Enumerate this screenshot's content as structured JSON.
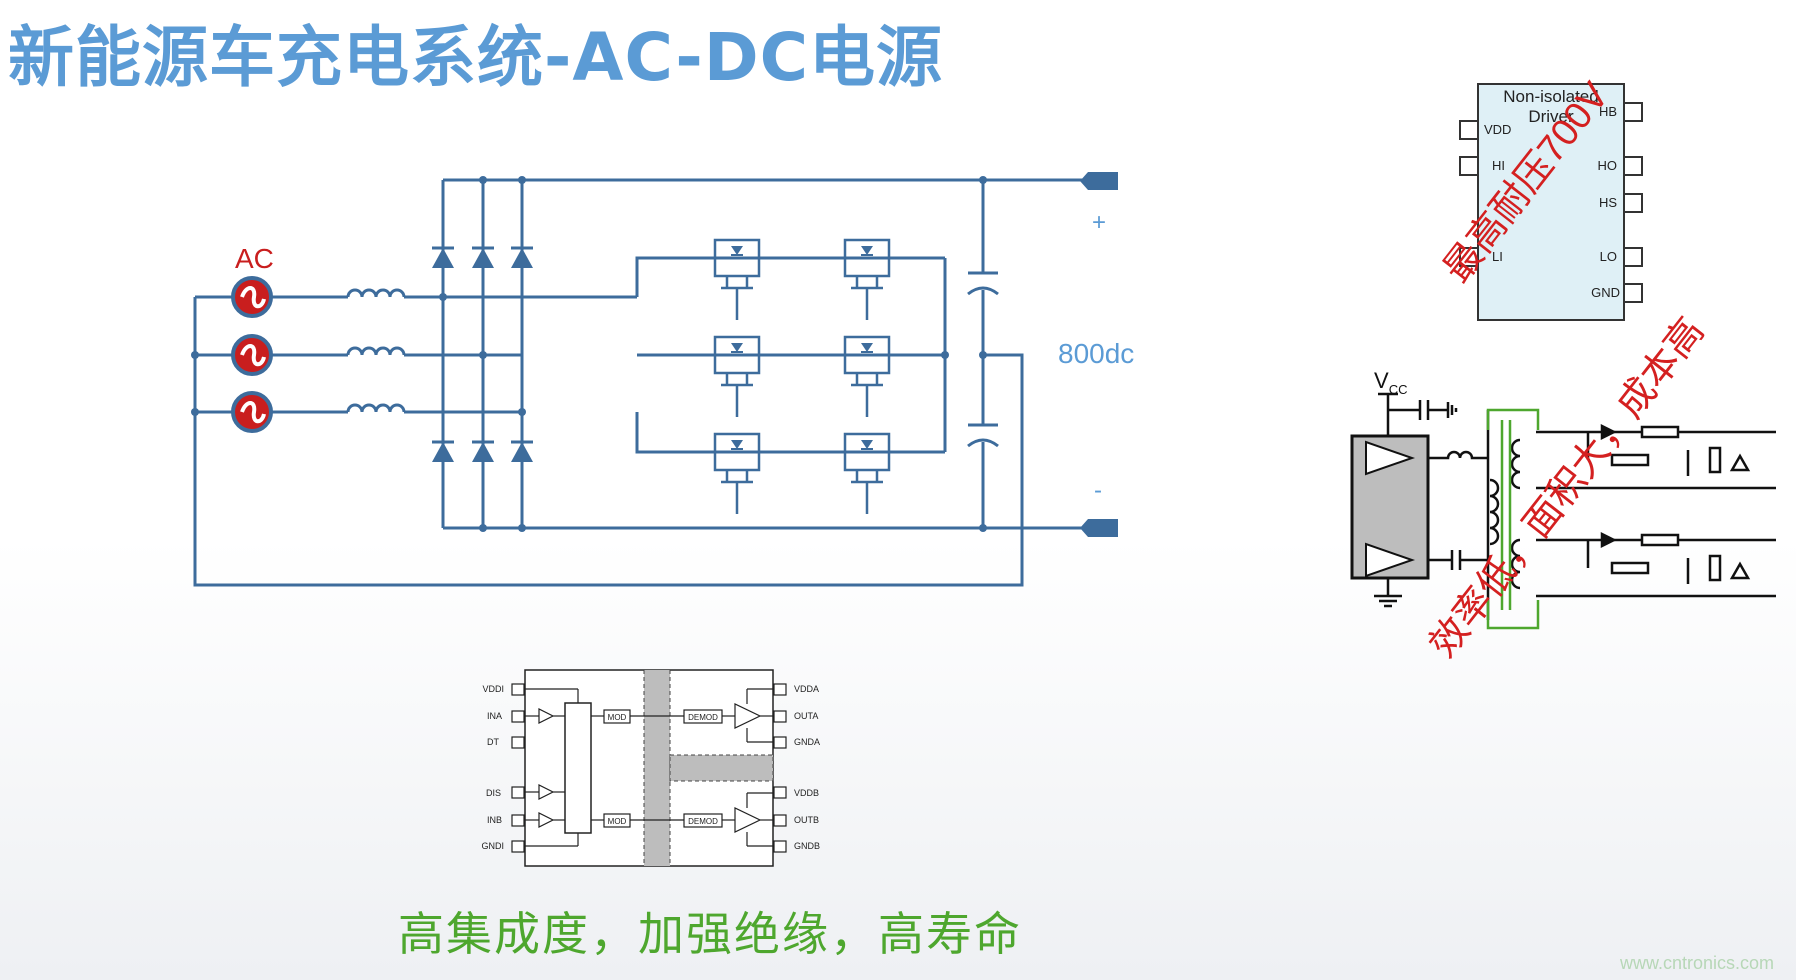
{
  "title": "新能源车充电系统-AC-DC电源",
  "circuit": {
    "ac_label": "AC",
    "plus_label": "+",
    "minus_label": "-",
    "voltage_label": "800dc"
  },
  "driver_chip": {
    "name_line1": "Non-isolated",
    "name_line2": "Driver",
    "pins_left": [
      "VDD",
      "HI",
      "LI"
    ],
    "pins_right": [
      "HB",
      "HO",
      "HS",
      "LO",
      "GND"
    ],
    "annotation": "最高耐压700V"
  },
  "transformer_driver": {
    "vcc_main": "V",
    "vcc_sub": "CC",
    "annotation": "效率低，面积大，成本高"
  },
  "isolator_chip": {
    "pins_left": [
      "VDDI",
      "INA",
      "DT",
      "DIS",
      "INB",
      "GNDI"
    ],
    "pins_right": [
      "VDDA",
      "OUTA",
      "GNDA",
      "VDDB",
      "OUTB",
      "GNDB"
    ],
    "mod_label": "MOD",
    "demod_label": "DEMOD"
  },
  "caption": "高集成度，加强绝缘，高寿命",
  "watermark": "www.cntronics.com",
  "colors": {
    "title": "#5b9bd5",
    "wire": "#3d6c9c",
    "annotation_red": "#d42020",
    "caption_green": "#4ea72e"
  }
}
